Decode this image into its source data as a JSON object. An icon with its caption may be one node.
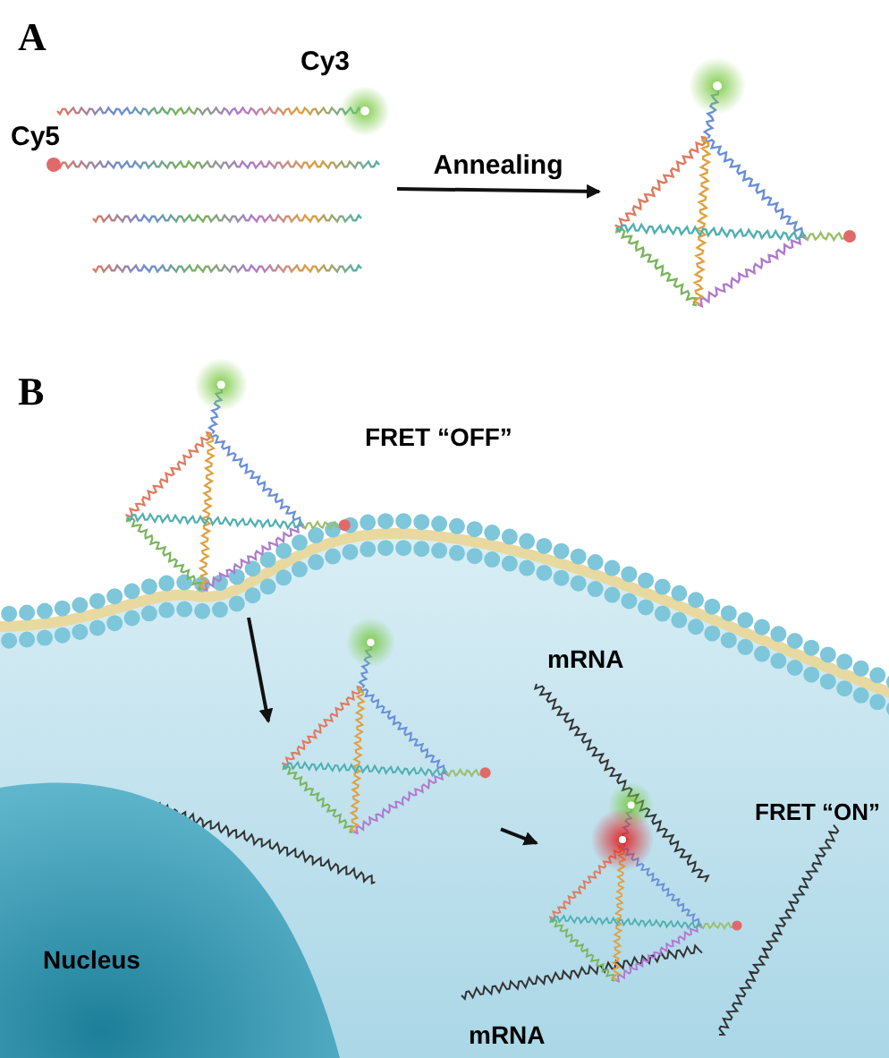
{
  "diagram": {
    "nodes": [
      {
        "text": [],
        "shape": "picture",
        "beside": [
          "Cy3"
        ]
      },
      {
        "text": [],
        "shape": "picture"
      },
      {
        "text": [],
        "shape": "picture",
        "beside": [
          "FRET “OFF”"
        ]
      },
      {
        "text": [],
        "shape": "picture"
      },
      {
        "text": [],
        "shape": "picture",
        "beside": [
          "FRET “ON”"
        ]
      },
      {
        "text": [
          "Nucleus"
        ]
      }
    ],
    "edges": [
      {
        "from": 0,
        "to": 1,
        "arrow": "to",
        "label": "Annealing"
      },
      {
        "from": 2,
        "to": 3,
        "arrow": "to"
      },
      {
        "from": 3,
        "to": 4,
        "arrow": "to"
      }
    ],
    "labels": [
      "A",
      "Cy5",
      "B",
      "mRNA",
      "mRNA"
    ]
  }
}
